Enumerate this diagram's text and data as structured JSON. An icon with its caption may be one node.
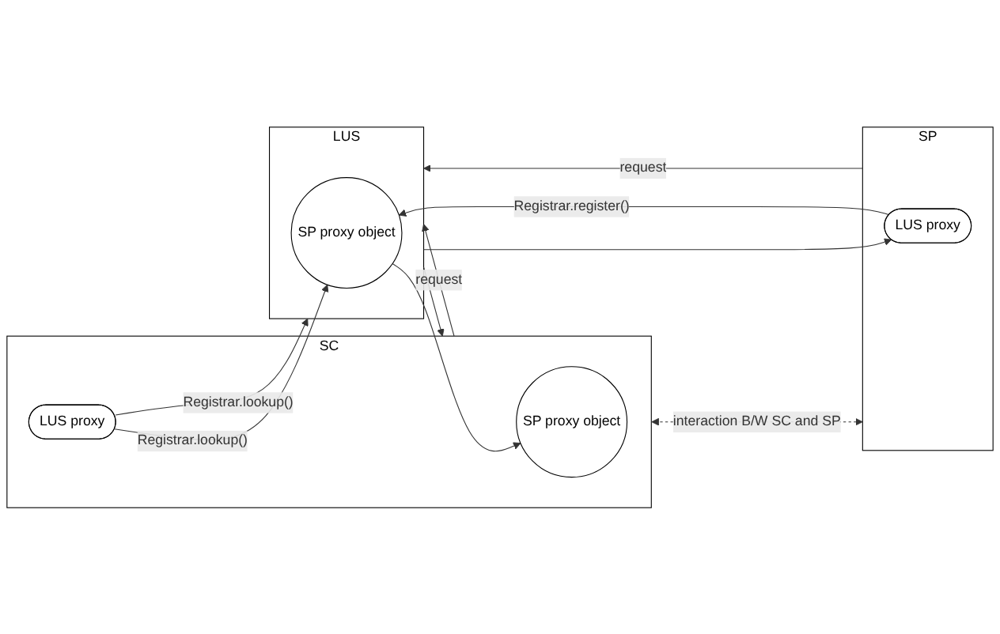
{
  "diagram": {
    "nodes": [
      {
        "text": [
          "SC"
        ]
      },
      {
        "text": [
          "LUS proxy"
        ],
        "in": 0
      },
      {
        "text": [
          "SP proxy object"
        ],
        "in": 0
      },
      {
        "text": [
          "LUS"
        ]
      },
      {
        "text": [
          "SP proxy object"
        ],
        "in": 3
      },
      {
        "text": [
          "SP"
        ]
      },
      {
        "text": [
          "LUS proxy"
        ],
        "in": 5
      }
    ],
    "edges": [
      {
        "from": 0,
        "to": 3,
        "arrow": "to",
        "label": "request"
      },
      {
        "from": 3,
        "to": 0,
        "arrow": "to"
      },
      {
        "from": 1,
        "to": 3,
        "arrow": "to",
        "label": "Registrar.lookup()"
      },
      {
        "from": 1,
        "to": 4,
        "arrow": "to",
        "label": "Registrar.lookup()"
      },
      {
        "from": 4,
        "to": 2,
        "arrow": "to"
      },
      {
        "from": 5,
        "to": 3,
        "arrow": "to",
        "label": "request"
      },
      {
        "from": 3,
        "to": 6,
        "arrow": "to"
      },
      {
        "from": 6,
        "to": 4,
        "arrow": "to",
        "label": "Registrar.register()"
      },
      {
        "from": 0,
        "to": 5,
        "arrow": "both",
        "style": "dashed",
        "label": "interaction B/W SC and SP"
      }
    ]
  }
}
